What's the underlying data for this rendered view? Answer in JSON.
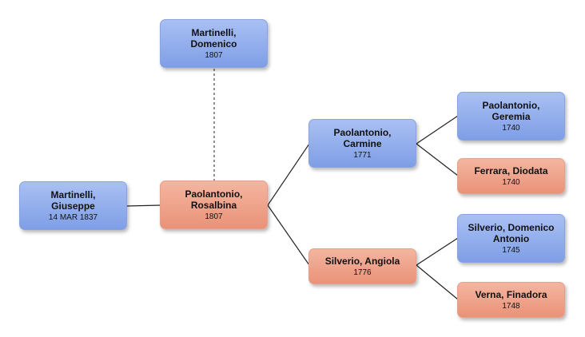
{
  "people": [
    {
      "id": "giuseppe",
      "name_lines": [
        "Martinelli,",
        "Giuseppe"
      ],
      "date": "14 MAR 1837",
      "gender": "male"
    },
    {
      "id": "domenico",
      "name_lines": [
        "Martinelli,",
        "Domenico"
      ],
      "date": "1807",
      "gender": "male"
    },
    {
      "id": "rosalbina",
      "name_lines": [
        "Paolantonio,",
        "Rosalbina"
      ],
      "date": "1807",
      "gender": "female"
    },
    {
      "id": "carmine",
      "name_lines": [
        "Paolantonio,",
        "Carmine"
      ],
      "date": "1771",
      "gender": "male"
    },
    {
      "id": "angiola",
      "name_lines": [
        "Silverio, Angiola"
      ],
      "date": "1776",
      "gender": "female"
    },
    {
      "id": "geremia",
      "name_lines": [
        "Paolantonio,",
        "Geremia"
      ],
      "date": "1740",
      "gender": "male"
    },
    {
      "id": "diodata",
      "name_lines": [
        "Ferrara, Diodata"
      ],
      "date": "1740",
      "gender": "female"
    },
    {
      "id": "domenico-antonio",
      "name_lines": [
        "Silverio, Domenico",
        "Antonio"
      ],
      "date": "1745",
      "gender": "male"
    },
    {
      "id": "finadora",
      "name_lines": [
        "Verna, Finadora"
      ],
      "date": "1748",
      "gender": "female"
    }
  ],
  "colors": {
    "male_top": "#a9c0f3",
    "male_bottom": "#7f9ee6",
    "female_top": "#f4b5a0",
    "female_bottom": "#ea9278",
    "line": "#222222",
    "dashed_line": "#555555"
  }
}
